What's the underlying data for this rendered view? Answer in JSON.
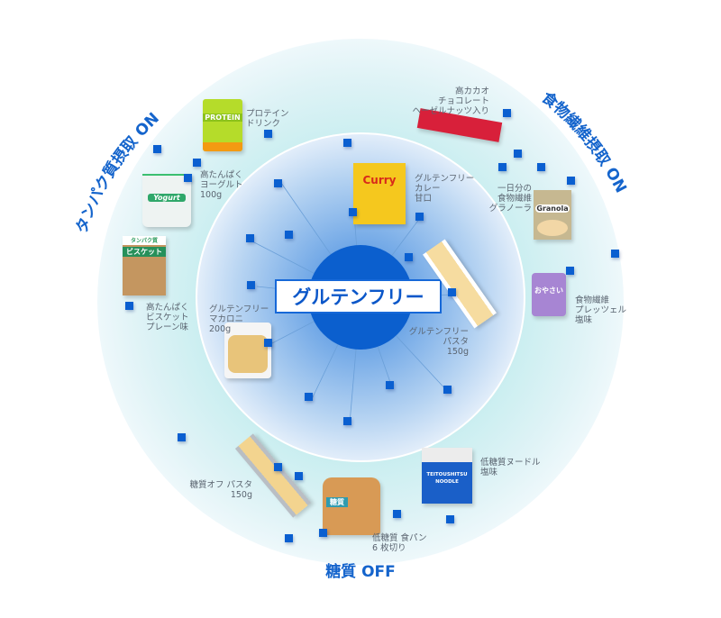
{
  "center": {
    "label": "グルテンフリー"
  },
  "categories": {
    "protein": "タンパク質摂取 ON",
    "fiber": "食物繊維摂取 ON",
    "sugar": "糖質 OFF"
  },
  "products": {
    "protein_drink": {
      "label": "プロテイン\nドリンク",
      "pack_text": "PROTEIN"
    },
    "yogurt": {
      "label": "高たんぱく\nヨーグルト\n100g",
      "pack_text": "Yogurt"
    },
    "biscuit": {
      "label": "高たんぱく\nビスケット\nプレーン味",
      "pack_top": "タンパク質",
      "pack_text": "ビスケット"
    },
    "chocolate": {
      "label": "高カカオ\nチョコレート\nヘーゼルナッツ入り"
    },
    "granola": {
      "label": "一日分の\n食物繊維\nグラノーラ",
      "pack_text": "Granola"
    },
    "pretzel": {
      "label": "食物繊維\nプレッツェル\n塩味",
      "pack_text": "おやさい"
    },
    "curry": {
      "label": "グルテンフリー\nカレー\n甘口",
      "pack_text": "Curry"
    },
    "gf_pasta": {
      "label": "グルテンフリー\nパスタ\n150g"
    },
    "macaroni": {
      "label": "グルテンフリー\nマカロニ\n200g"
    },
    "sugar_off_pasta": {
      "label": "糖質オフ パスタ\n150g"
    },
    "bread": {
      "label": "低糖質 食パン\n6 枚切り",
      "pack_text": "糖質"
    },
    "noodle": {
      "label": "低糖質ヌードル\n塩味",
      "pack_text": "TEITOUSHITSU\nNOODLE"
    }
  },
  "colors": {
    "accent": "#0b57c9",
    "square": "#0a5fd0"
  }
}
